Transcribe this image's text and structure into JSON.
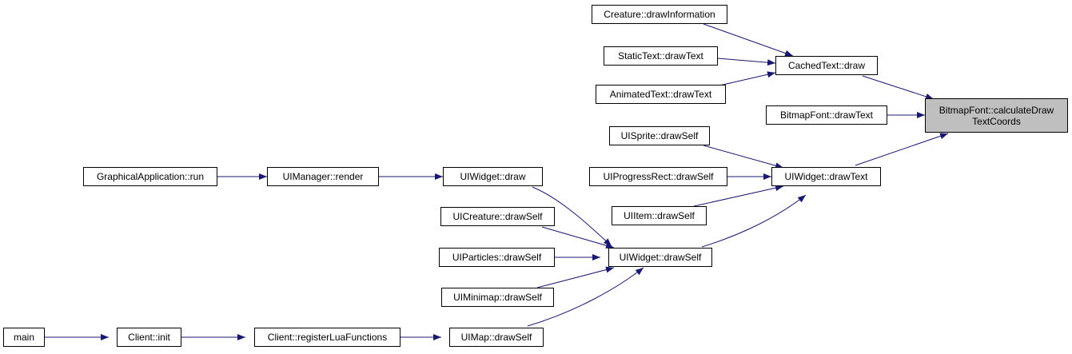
{
  "colors": {
    "edge": "#191970",
    "root_fill": "#bfbfbf",
    "node_fill": "#ffffff",
    "border": "#000000"
  },
  "nodes": {
    "calc": {
      "lines": [
        "BitmapFont::calculateDraw",
        "TextCoords"
      ]
    },
    "cinfo": {
      "label": "Creature::drawInformation"
    },
    "cached": {
      "label": "CachedText::draw"
    },
    "static": {
      "label": "StaticText::drawText"
    },
    "anim": {
      "label": "AnimatedText::drawText"
    },
    "bmfont": {
      "label": "BitmapFont::drawText"
    },
    "sprite": {
      "label": "UISprite::drawSelf"
    },
    "wtext": {
      "label": "UIWidget::drawText"
    },
    "prog": {
      "label": "UIProgressRect::drawSelf"
    },
    "item": {
      "label": "UIItem::drawSelf"
    },
    "ga": {
      "label": "GraphicalApplication::run"
    },
    "mgr": {
      "label": "UIManager::render"
    },
    "wdraw": {
      "label": "UIWidget::draw"
    },
    "creat": {
      "label": "UICreature::drawSelf"
    },
    "wself": {
      "label": "UIWidget::drawSelf"
    },
    "part": {
      "label": "UIParticles::drawSelf"
    },
    "mini": {
      "label": "UIMinimap::drawSelf"
    },
    "main": {
      "label": "main"
    },
    "cinit": {
      "label": "Client::init"
    },
    "reg": {
      "label": "Client::registerLuaFunctions"
    },
    "map": {
      "label": "UIMap::drawSelf"
    }
  }
}
